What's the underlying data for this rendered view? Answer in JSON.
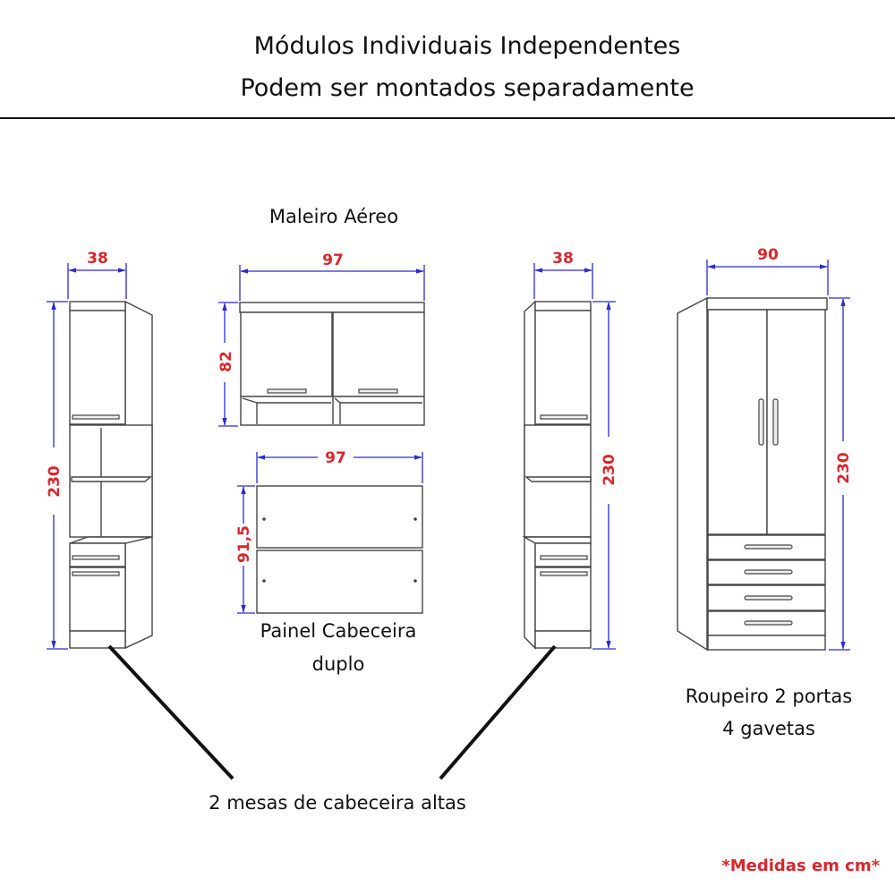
{
  "header": {
    "title_line1": "Módulos Individuais Independentes",
    "title_line2": "Podem ser montados separadamente"
  },
  "modules": {
    "nightstand_left": {
      "width": "38",
      "height": "230"
    },
    "maleiro": {
      "label": "Maleiro Aéreo",
      "width": "97",
      "height": "82"
    },
    "painel": {
      "label_line1": "Painel Cabeceira",
      "label_line2": "duplo",
      "width": "97",
      "height": "91,5"
    },
    "nightstand_right": {
      "width": "38",
      "height": "230"
    },
    "roupeiro": {
      "label_line1": "Roupeiro 2 portas",
      "label_line2": "4 gavetas",
      "width": "90",
      "height": "230"
    }
  },
  "nightstands_label": "2 mesas de cabeceira altas",
  "footnote": "*Medidas em cm*",
  "colors": {
    "dimension_text": "#d9262a",
    "dimension_line": "#2b2bd0"
  }
}
